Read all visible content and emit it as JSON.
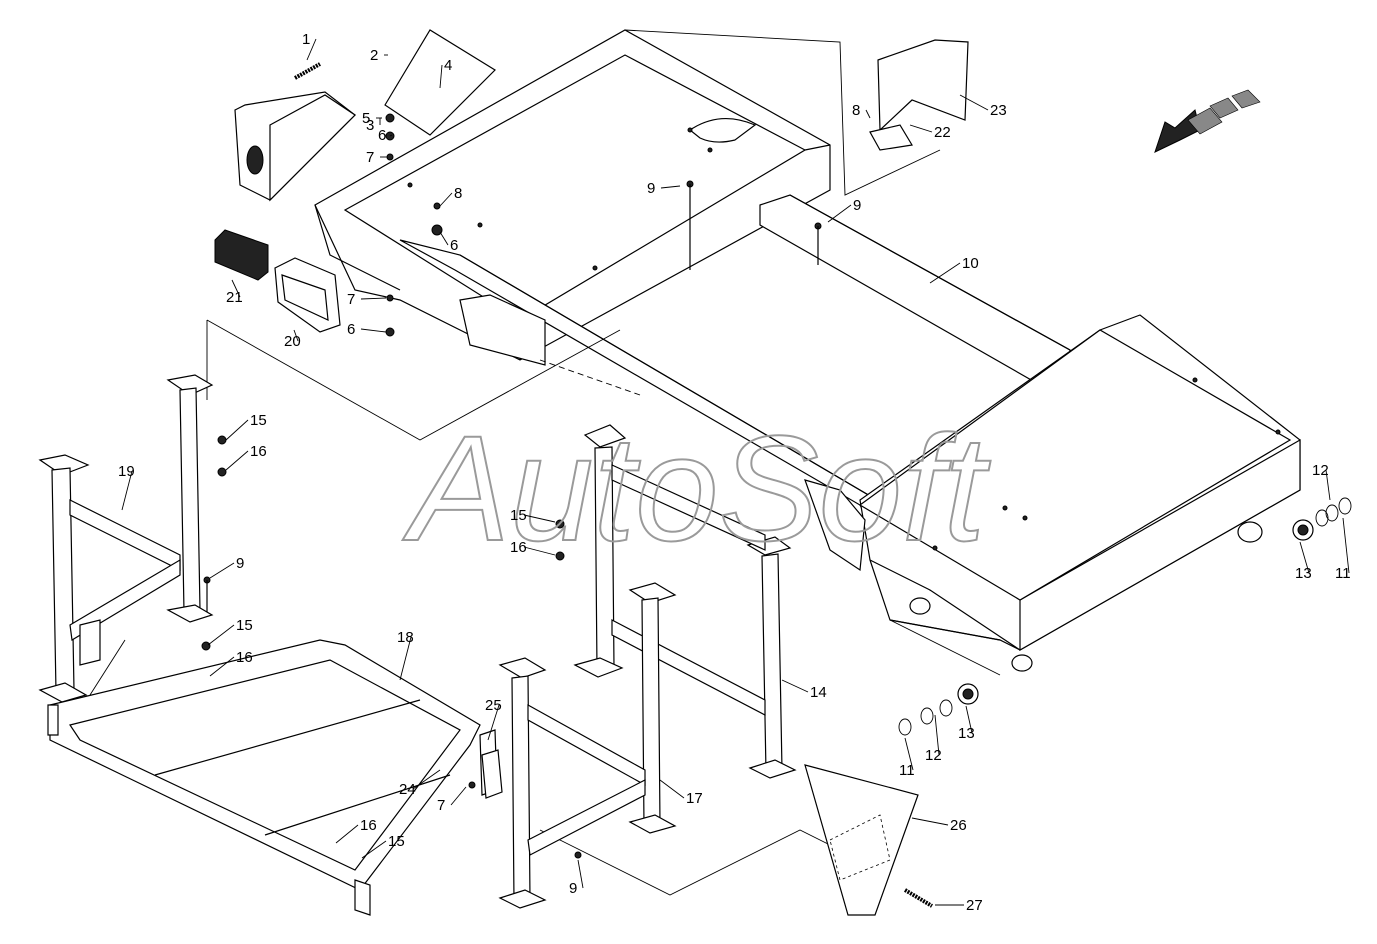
{
  "watermark": "AutoSoft",
  "callouts": [
    "1",
    "2",
    "3",
    "4",
    "5",
    "6",
    "7",
    "8",
    "6",
    "9",
    "9",
    "10",
    "21",
    "20",
    "7",
    "6",
    "23",
    "22",
    "8",
    "15",
    "16",
    "19",
    "9",
    "15",
    "16",
    "15",
    "16",
    "18",
    "25",
    "24",
    "7",
    "14",
    "17",
    "16",
    "15",
    "9",
    "12",
    "13",
    "11",
    "11",
    "12",
    "13",
    "26",
    "27"
  ]
}
